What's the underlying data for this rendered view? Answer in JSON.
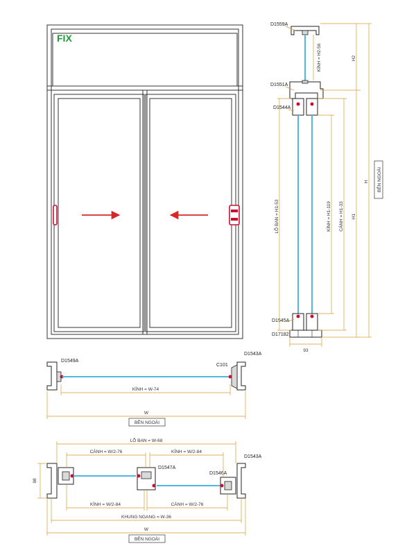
{
  "elevation": {
    "fix_label": "FIX",
    "labels": {
      "d1559a": "D1559A",
      "d1551a": "D1551A",
      "d1544a": "D1544A",
      "d1545a": "D1545A",
      "d17182": "D17182",
      "kinh_h2": "KÍNH = H2-56",
      "h2": "H2",
      "lo_ban_h1": "LỖ BAN = H1-53",
      "kinh_h1": "KÍNH = H1-119",
      "canh_h1": "CÁNH = H1-33",
      "h1": "H1",
      "h": "H",
      "width_93": "93",
      "ben_ngoai": "BÊN NGOÀI"
    },
    "colors": {
      "glass": "#4fb7e0",
      "seal": "#c8102e",
      "dimension": "#d99a2b",
      "fix_text": "#1f9a3a"
    }
  },
  "section_fix": {
    "d1549a": "D1549A",
    "c101": "C101",
    "d1543a": "D1543A",
    "kinh": "KÍNH = W-74",
    "w": "W",
    "ben_ngoai": "BÊN NGOÀI"
  },
  "section_sliding": {
    "lo_ban": "LỖ BAN = W-68",
    "canh_left": "CÁNH = W/2-76",
    "kinh_right": "KÍNH = W/2-84",
    "d1543a": "D1543A",
    "d1547a": "D1547A",
    "d1546a": "D1546A",
    "d98": "98",
    "kinh_left": "KÍNH = W/2-84",
    "canh_right": "CÁNH = W/2-76",
    "khung_ngang": "KHUNG NGANG = W-36",
    "w": "W",
    "ben_ngoai": "BÊN NGOÀI"
  }
}
